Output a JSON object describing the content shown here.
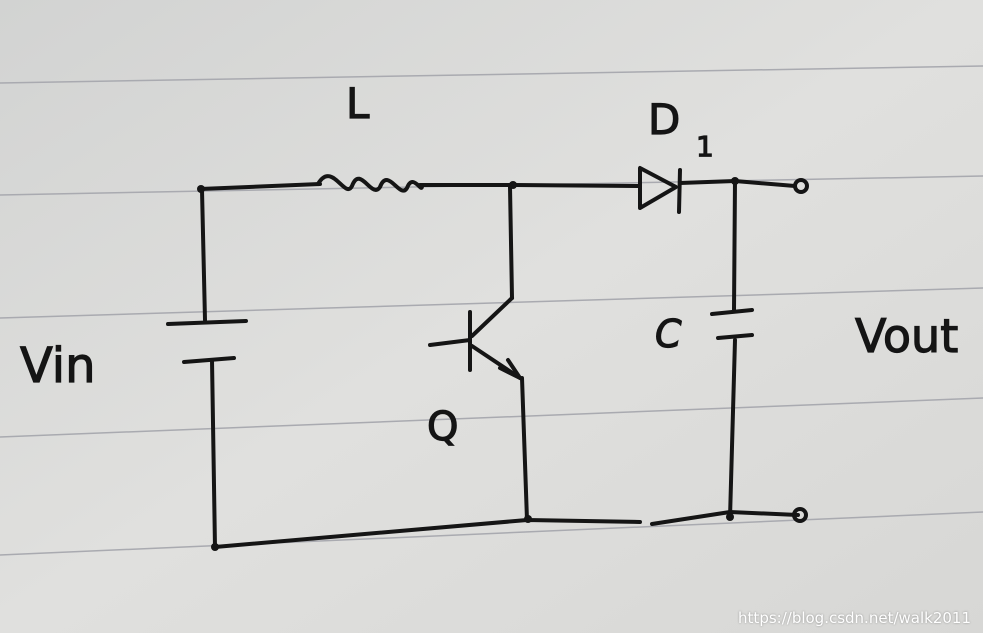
{
  "labels": {
    "inductor": "L",
    "diode": "D",
    "diode_subscript": "1",
    "capacitor": "C",
    "transistor": "Q",
    "input": "Vin",
    "output": "Vout"
  },
  "watermark": "https://blog.csdn.net/walk2011"
}
